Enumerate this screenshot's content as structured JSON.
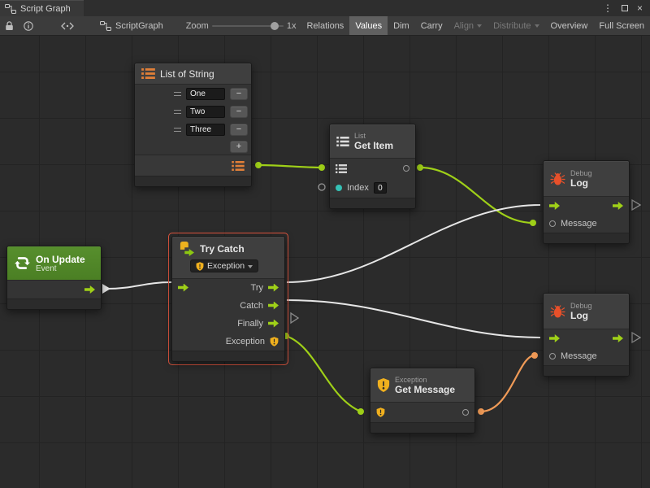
{
  "window": {
    "title": "Script Graph",
    "icons": {
      "menu": "⋮",
      "close": "×"
    }
  },
  "toolbar": {
    "graph_name": "ScriptGraph",
    "zoom_label": "Zoom",
    "zoom_value": "1x",
    "buttons": [
      {
        "label": "Relations",
        "active": false,
        "disabled": false
      },
      {
        "label": "Values",
        "active": true,
        "disabled": false
      },
      {
        "label": "Dim",
        "active": false,
        "disabled": false
      },
      {
        "label": "Carry",
        "active": false,
        "disabled": false
      },
      {
        "label": "Align",
        "active": false,
        "disabled": true,
        "caret": true
      },
      {
        "label": "Distribute",
        "active": false,
        "disabled": true,
        "caret": true
      },
      {
        "label": "Overview",
        "active": false,
        "disabled": false
      },
      {
        "label": "Full Screen",
        "active": false,
        "disabled": false
      }
    ]
  },
  "nodes": {
    "list_of_string": {
      "title": "List of String",
      "items": [
        "One",
        "Two",
        "Three"
      ],
      "remove_label": "−",
      "add_label": "+"
    },
    "get_item": {
      "kicker": "List",
      "title": "Get Item",
      "index_label": "Index",
      "index_value": "0"
    },
    "log_top": {
      "kicker": "Debug",
      "title": "Log",
      "message_label": "Message"
    },
    "log_bottom": {
      "kicker": "Debug",
      "title": "Log",
      "message_label": "Message"
    },
    "on_update": {
      "title": "On Update",
      "subtitle": "Event"
    },
    "try_catch": {
      "title": "Try Catch",
      "exception_dropdown": "Exception",
      "ports": {
        "try": "Try",
        "catch": "Catch",
        "finally": "Finally",
        "exception": "Exception"
      }
    },
    "get_message": {
      "kicker": "Exception",
      "title": "Get Message"
    }
  },
  "colors": {
    "flow_green": "#9fd018",
    "wire_white": "#e6e6e6",
    "wire_orange": "#ef9a57",
    "icon_orange": "#e07f38",
    "warning_yellow": "#f0b01e",
    "bug_red": "#e8502a",
    "event_green": "#538c2b",
    "selection_red": "#e25740",
    "teal_port": "#35c1b5"
  }
}
